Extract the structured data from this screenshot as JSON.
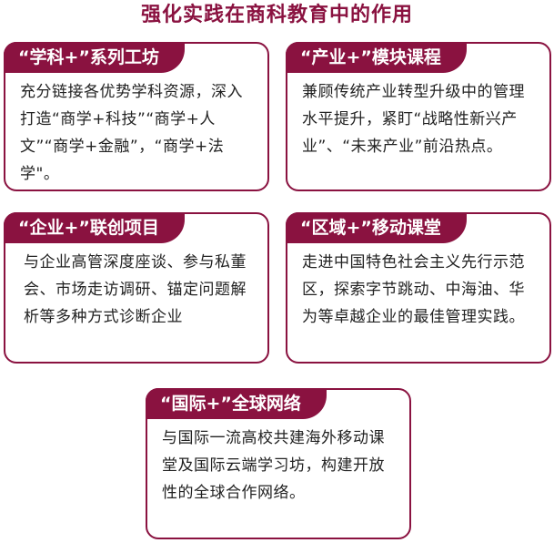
{
  "title": "强化实践在商科教育中的作用",
  "accent_color": "#8a1240",
  "cards": [
    {
      "label": "“学科+”系列工坊",
      "text": "充分链接各优势学科资源，深入打造“商学+科技”“商学+人文”“商学+金融”，“商学+法学\"。"
    },
    {
      "label": "“产业+”模块课程",
      "text": "兼顾传统产业转型升级中的管理水平提升，紧盯“战略性新兴产业”、“未来产业”前沿热点。"
    },
    {
      "label": "“企业+”联创项目",
      "text": "与企业高管深度座谈、参与私董会、市场走访调研、锚定问题解析等多种方式诊断企业"
    },
    {
      "label": "“区域+”移动课堂",
      "text": "走进中国特色社会主义先行示范区，探索字节跳动、中海油、华为等卓越企业的最佳管理实践。"
    },
    {
      "label": "“国际+”全球网络",
      "text": "与国际一流高校共建海外移动课堂及国际云端学习坊，构建开放性的全球合作网络。"
    }
  ]
}
